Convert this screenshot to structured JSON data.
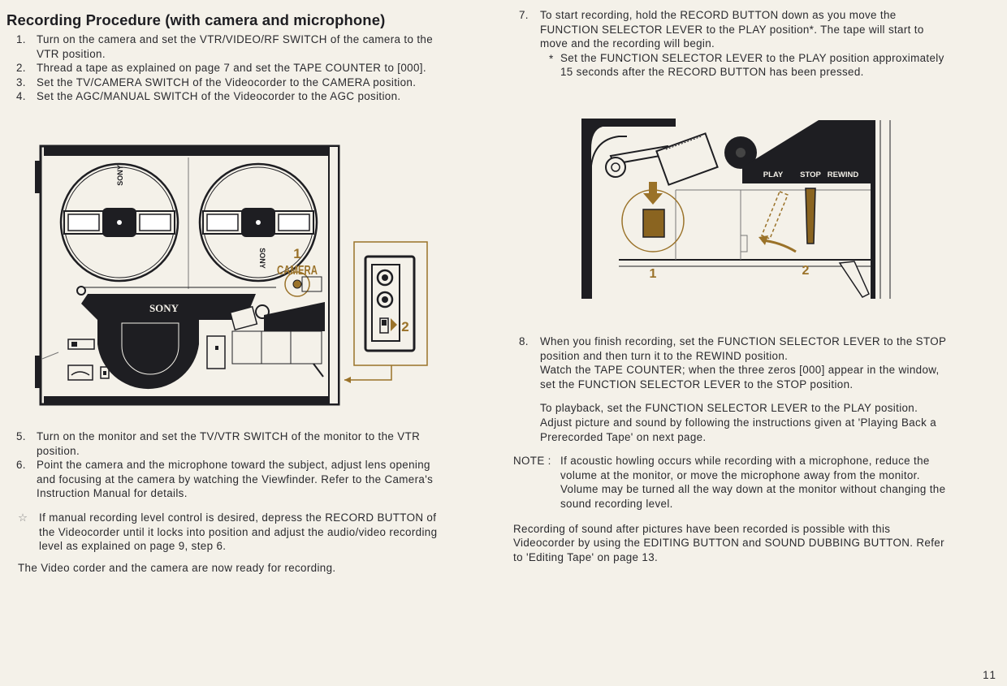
{
  "heading": "Recording Procedure (with camera and microphone)",
  "steps_left_top": [
    {
      "num": "1.",
      "text": "Turn on the camera and set the VTR/VIDEO/RF SWITCH of the camera to the VTR position."
    },
    {
      "num": "2.",
      "text": "Thread a tape as explained on page 7 and set the TAPE COUNTER to [000]."
    },
    {
      "num": "3.",
      "text": "Set the TV/CAMERA SWITCH of the Videocorder to the CAMERA position."
    },
    {
      "num": "4.",
      "text": "Set the AGC/MANUAL SWITCH of the Videocorder to the AGC position."
    }
  ],
  "figure_left": {
    "brand_reel_left": "SONY",
    "brand_reel_right": "SONY",
    "brand_head": "SONY",
    "callout_1_num": "1",
    "callout_1_label": "CAMERA",
    "callout_2_num": "2"
  },
  "steps_left_bottom": [
    {
      "num": "5.",
      "text": "Turn on the monitor and set the TV/VTR SWITCH of the monitor to the VTR position."
    },
    {
      "num": "6.",
      "text": "Point the camera and the microphone toward the subject, adjust lens opening and focusing at the camera by watching the Viewfinder. Refer to the Camera's Instruction Manual for details."
    }
  ],
  "star_note": {
    "symbol": "☆",
    "text": "If manual recording level control is desired, depress the RECORD BUTTON of the Videocorder until it locks into position and adjust the audio/video recording level as explained on page 9, step 6."
  },
  "ready_text": "The Video corder and the camera are now ready for recording.",
  "step7": {
    "num": "7.",
    "text": "To start recording, hold the RECORD BUTTON down as you move the FUNCTION SELECTOR LEVER to the PLAY position*. The tape will start to move and the recording will begin.",
    "asterisk_symbol": "*",
    "asterisk_text": "Set the FUNCTION SELECTOR LEVER to the PLAY position approximately 15 seconds after the RECORD BUTTON has been pressed."
  },
  "figure_right": {
    "label_play": "PLAY",
    "label_stop": "STOP",
    "label_rewind": "REWIND",
    "callout_1": "1",
    "callout_2": "2"
  },
  "step8": {
    "num": "8.",
    "text_a": "When you finish recording, set the FUNCTION SELECTOR LEVER to the STOP position and then turn it to the REWIND position.",
    "text_b": "Watch the TAPE COUNTER; when the three zeros [000] appear in the window, set the FUNCTION SELECTOR LEVER to the STOP position.",
    "text_c": "To playback, set the FUNCTION SELECTOR LEVER to the PLAY position. Adjust picture and sound by following the instructions given at 'Playing Back a Prerecorded Tape' on next page."
  },
  "note": {
    "label": "NOTE :",
    "text": "If acoustic howling occurs while recording with a microphone, reduce the volume at the monitor, or move the microphone away from the monitor. Volume may be turned all the way down at the monitor without changing the sound recording level."
  },
  "closing": "Recording of sound after pictures have been recorded is possible with this Videocorder by using the EDITING BUTTON and SOUND DUBBING BUTTON. Refer to 'Editing Tape' on page 13.",
  "page_number": "11",
  "colors": {
    "accent": "#9a7229",
    "ink": "#1e1e22",
    "paper": "#f4f1e9"
  }
}
